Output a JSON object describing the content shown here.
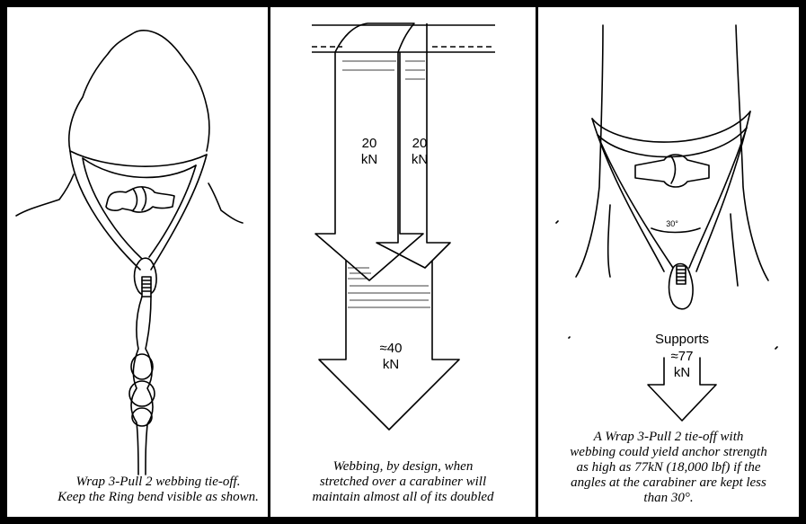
{
  "panels": [
    {
      "caption_lines": [
        "Wrap 3-Pull 2 webbing tie-off.",
        "Keep the Ring bend visible as shown."
      ]
    },
    {
      "left_force": [
        "20",
        "kN"
      ],
      "right_force": [
        "20",
        "kN"
      ],
      "total_force": [
        "≈40",
        "kN"
      ],
      "caption_lines": [
        "Webbing, by design, when",
        "stretched over a carabiner will",
        "maintain almost all of its doubled"
      ]
    },
    {
      "angle_label": "30°",
      "support_label": "Supports",
      "support_force": [
        "≈77",
        "kN"
      ],
      "caption_lines": [
        "A Wrap 3-Pull 2 tie-off with",
        "webbing could yield anchor strength",
        "as high as 77kN (18,000 lbf) if the",
        "angles at the carabiner are kept less",
        "than 30°."
      ]
    }
  ]
}
